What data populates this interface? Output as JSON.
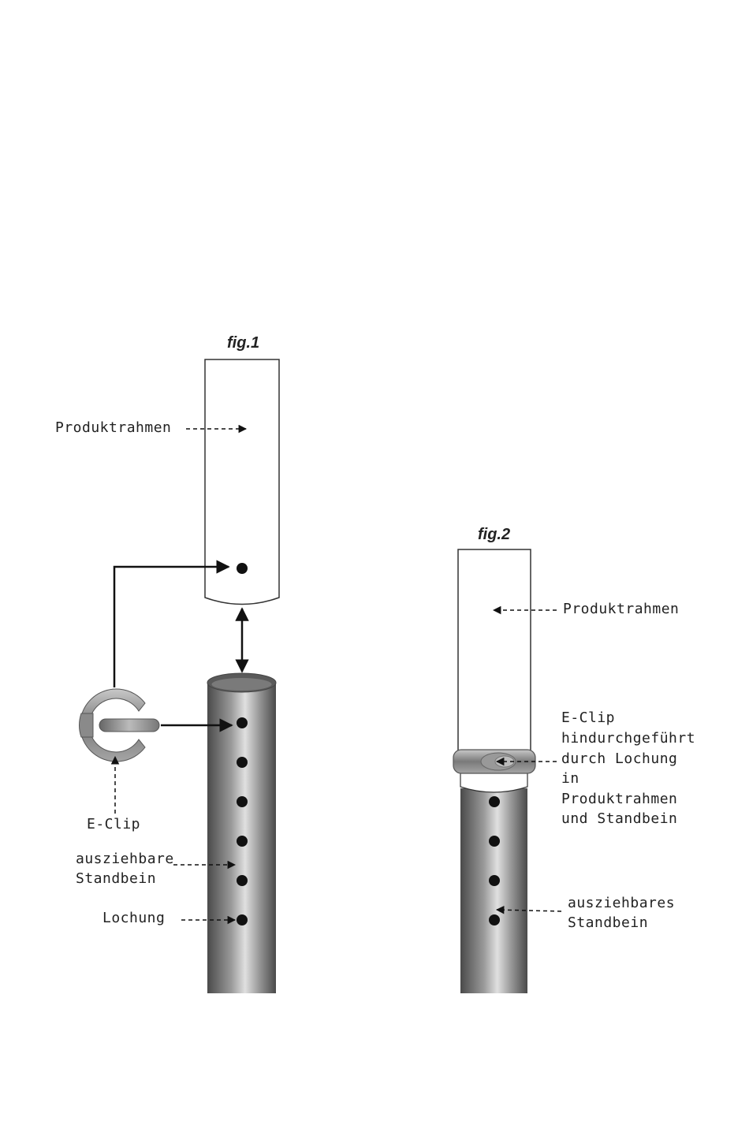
{
  "figures": {
    "fig1": {
      "title": "fig.1",
      "labels": {
        "produktrahmen": "Produktrahmen",
        "eclip": "E-Clip",
        "standbein_line1": "ausziehbare",
        "standbein_line2": "Standbein",
        "lochung": "Lochung"
      }
    },
    "fig2": {
      "title": "fig.2",
      "labels": {
        "produktrahmen": "Produktrahmen",
        "eclip_line1": "E-Clip",
        "eclip_line2": "hindurchgeführt",
        "eclip_line3": "durch Lochung",
        "eclip_line4": "in",
        "eclip_line5": "Produktrahmen",
        "eclip_line6": "und Standbein",
        "standbein_line1": "ausziehbares",
        "standbein_line2": "Standbein"
      }
    }
  },
  "colors": {
    "tube_dark": "#555555",
    "tube_light": "#d8d8d8",
    "outline": "#333333",
    "hole": "#111111",
    "clip": "#888888"
  }
}
